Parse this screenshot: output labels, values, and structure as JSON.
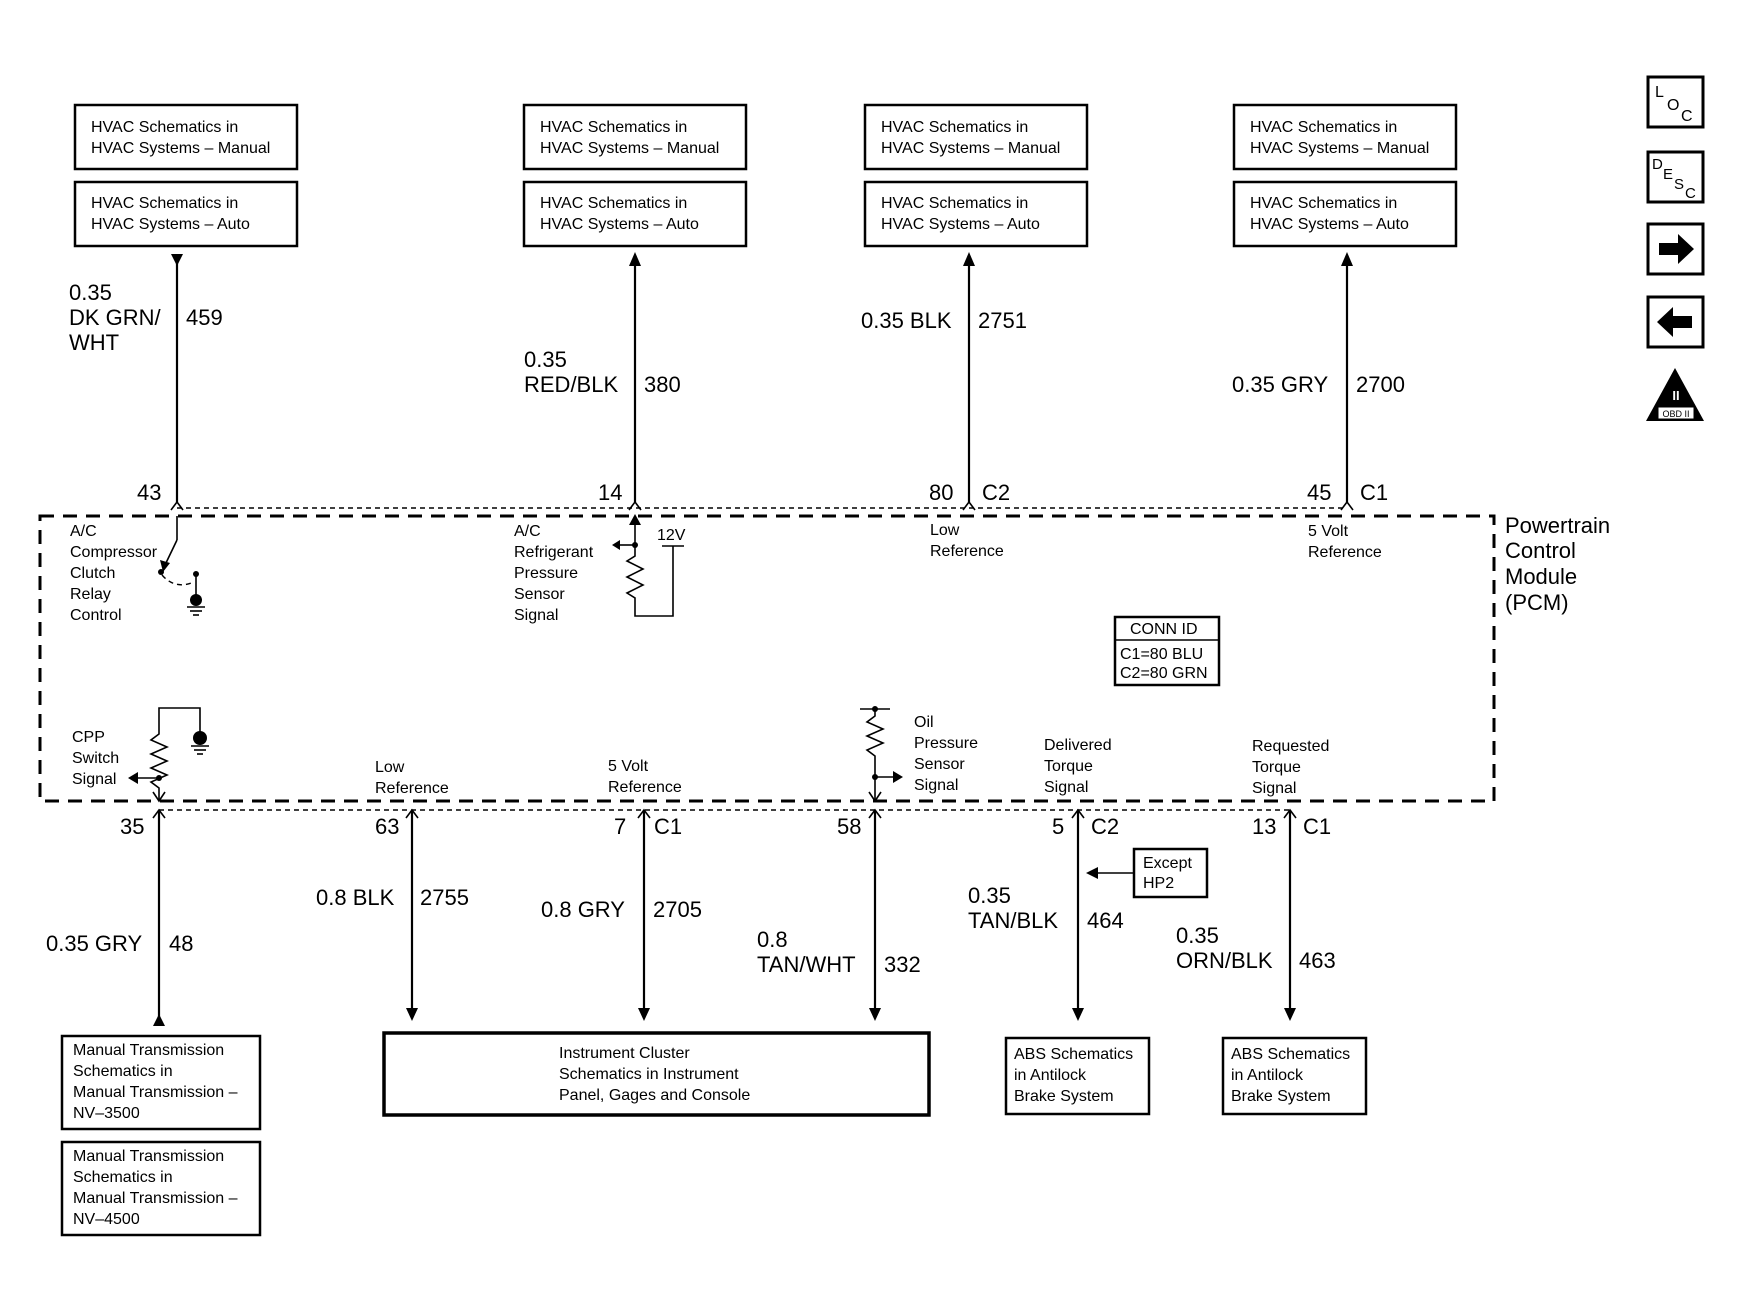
{
  "top_boxes": [
    {
      "manual": [
        "HVAC Schematics in",
        "HVAC Systems – Manual"
      ],
      "auto": [
        "HVAC Schematics in",
        "HVAC Systems – Auto"
      ]
    },
    {
      "manual": [
        "HVAC Schematics in",
        "HVAC Systems – Manual"
      ],
      "auto": [
        "HVAC Schematics in",
        "HVAC Systems – Auto"
      ]
    },
    {
      "manual": [
        "HVAC Schematics in",
        "HVAC Systems – Manual"
      ],
      "auto": [
        "HVAC Schematics in",
        "HVAC Systems – Auto"
      ]
    },
    {
      "manual": [
        "HVAC Schematics in",
        "HVAC Systems – Manual"
      ],
      "auto": [
        "HVAC Schematics in",
        "HVAC Systems – Auto"
      ]
    }
  ],
  "top_wires": [
    {
      "spec": [
        "0.35",
        "DK GRN/",
        "WHT"
      ],
      "circuit": "459",
      "pin": "43",
      "conn": ""
    },
    {
      "spec": [
        "0.35",
        "RED/BLK"
      ],
      "circuit": "380",
      "pin": "14",
      "conn": ""
    },
    {
      "spec": [
        "0.35 BLK"
      ],
      "circuit": "2751",
      "pin": "80",
      "conn": "C2"
    },
    {
      "spec": [
        "0.35 GRY"
      ],
      "circuit": "2700",
      "pin": "45",
      "conn": "C1"
    }
  ],
  "pcm": {
    "name": [
      "Powertrain",
      "Control",
      "Module",
      "(PCM)"
    ],
    "conn_id": {
      "title": "CONN ID",
      "lines": [
        "C1=80 BLU",
        "C2=80 GRN"
      ]
    },
    "top_signals": [
      [
        "A/C",
        "Compressor",
        "Clutch",
        "Relay",
        "Control"
      ],
      [
        "A/C",
        "Refrigerant",
        "Pressure",
        "Sensor",
        "Signal"
      ],
      [
        "Low",
        "Reference"
      ],
      [
        "5 Volt",
        "Reference"
      ]
    ],
    "voltage_label": "12V",
    "bottom_signals": [
      [
        "CPP",
        "Switch",
        "Signal"
      ],
      [
        "Low",
        "Reference"
      ],
      [
        "5 Volt",
        "Reference"
      ],
      [
        "Oil",
        "Pressure",
        "Sensor",
        "Signal"
      ],
      [
        "Delivered",
        "Torque",
        "Signal"
      ],
      [
        "Requested",
        "Torque",
        "Signal"
      ]
    ]
  },
  "bottom_wires": [
    {
      "spec": [
        "0.35 GRY"
      ],
      "circuit": "48",
      "pin": "35",
      "conn": ""
    },
    {
      "spec": [
        "0.8 BLK"
      ],
      "circuit": "2755",
      "pin": "63",
      "conn": ""
    },
    {
      "spec": [
        "0.8 GRY"
      ],
      "circuit": "2705",
      "pin": "7",
      "conn": "C1"
    },
    {
      "spec": [
        "0.8",
        "TAN/WHT"
      ],
      "circuit": "332",
      "pin": "58",
      "conn": ""
    },
    {
      "spec": [
        "0.35",
        "TAN/BLK"
      ],
      "circuit": "464",
      "pin": "5",
      "conn": "C2"
    },
    {
      "spec": [
        "0.35",
        "ORN/BLK"
      ],
      "circuit": "463",
      "pin": "13",
      "conn": "C1"
    }
  ],
  "except_note": [
    "Except",
    "HP2"
  ],
  "bottom_boxes": {
    "manual_trans_3500": [
      "Manual Transmission",
      "Schematics in",
      "Manual Transmission –",
      "NV–3500"
    ],
    "manual_trans_4500": [
      "Manual Transmission",
      "Schematics in",
      "Manual Transmission –",
      "NV–4500"
    ],
    "instrument_cluster": [
      "Instrument Cluster",
      "Schematics in Instrument",
      "Panel, Gages and Console"
    ],
    "abs_1": [
      "ABS Schematics",
      "in Antilock",
      "Brake System"
    ],
    "abs_2": [
      "ABS Schematics",
      "in Antilock",
      "Brake System"
    ]
  },
  "nav_icons": [
    {
      "name": "loc-icon",
      "letters": [
        "L",
        "O",
        "C"
      ]
    },
    {
      "name": "desc-icon",
      "letters": [
        "D",
        "E",
        "S",
        "C"
      ]
    },
    {
      "name": "next-arrow-icon"
    },
    {
      "name": "prev-arrow-icon"
    },
    {
      "name": "obd-ii-icon",
      "label": "OBD II",
      "roman": "II"
    }
  ]
}
